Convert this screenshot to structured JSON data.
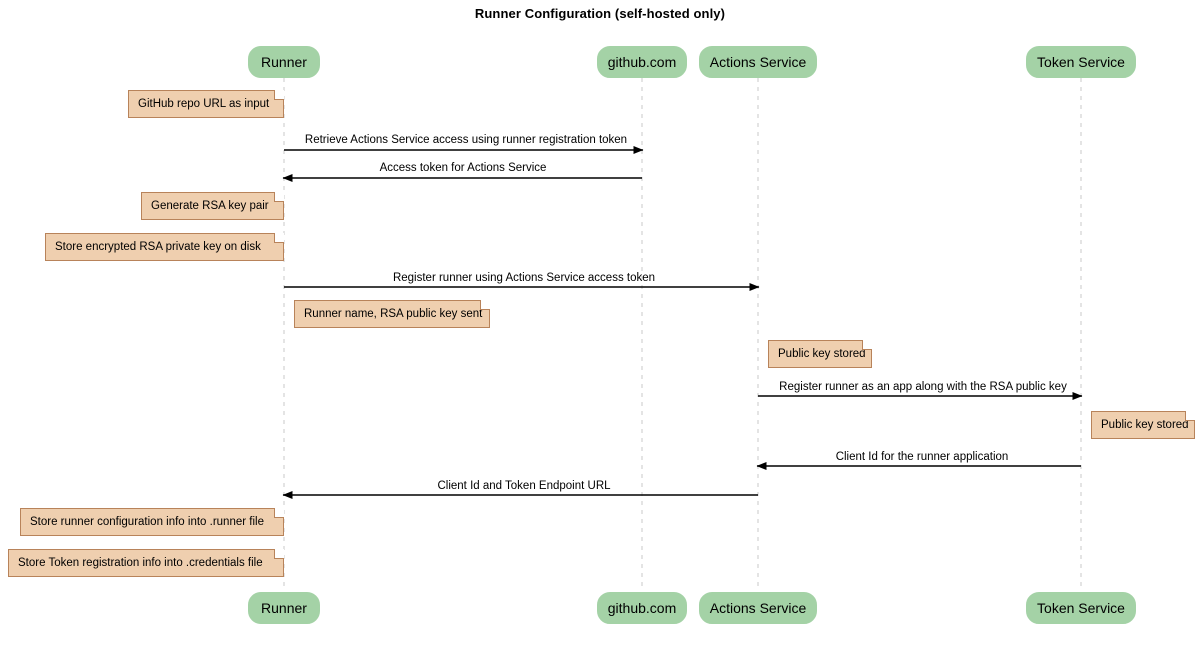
{
  "title": "Runner Configuration (self-hosted only)",
  "colors": {
    "participant_fill": "#A4D2A6",
    "note_fill": "#EFCFAF",
    "note_border": "#B8835A",
    "lifeline": "#D8D8D8",
    "arrow": "#000000",
    "text": "#000000",
    "background": "#FFFFFF"
  },
  "participants": [
    {
      "id": "runner",
      "label": "Runner"
    },
    {
      "id": "github",
      "label": "github.com"
    },
    {
      "id": "actions",
      "label": "Actions Service"
    },
    {
      "id": "token",
      "label": "Token Service"
    }
  ],
  "notes": [
    {
      "id": "note-1",
      "text": "GitHub repo URL as input"
    },
    {
      "id": "note-2",
      "text": "Generate RSA key pair"
    },
    {
      "id": "note-3",
      "text": "Store encrypted RSA private key on disk"
    },
    {
      "id": "note-4",
      "text": "Runner name, RSA public key sent"
    },
    {
      "id": "note-5",
      "text": "Public key stored"
    },
    {
      "id": "note-6",
      "text": "Public key stored"
    },
    {
      "id": "note-7",
      "text": "Store runner configuration info into .runner file"
    },
    {
      "id": "note-8",
      "text": "Store Token registration info into .credentials file"
    }
  ],
  "messages": [
    {
      "id": "msg-1",
      "from": "runner",
      "to": "github",
      "direction": "right",
      "text": "Retrieve Actions Service access using runner registration token"
    },
    {
      "id": "msg-2",
      "from": "github",
      "to": "runner",
      "direction": "left",
      "text": "Access token for Actions Service"
    },
    {
      "id": "msg-3",
      "from": "runner",
      "to": "actions",
      "direction": "right",
      "text": "Register runner using Actions Service access token"
    },
    {
      "id": "msg-4",
      "from": "actions",
      "to": "token",
      "direction": "right",
      "text": "Register runner as an app along with the RSA public key"
    },
    {
      "id": "msg-5",
      "from": "token",
      "to": "actions",
      "direction": "left",
      "text": "Client Id for the runner application"
    },
    {
      "id": "msg-6",
      "from": "actions",
      "to": "runner",
      "direction": "left",
      "text": "Client Id and Token Endpoint URL"
    }
  ]
}
